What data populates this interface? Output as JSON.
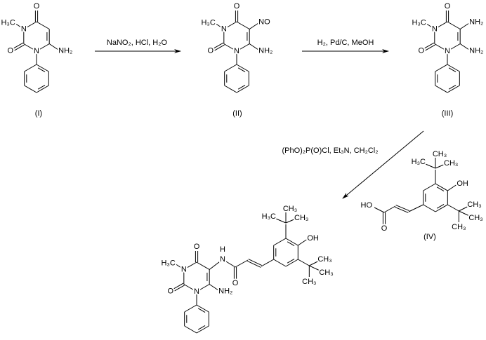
{
  "atoms": {
    "O": "O",
    "N": "N",
    "NH2": "NH₂",
    "H3C": "H₃C",
    "CH3": "CH₃",
    "NO": "NO",
    "OH": "OH",
    "HO": "HO",
    "H": "H"
  },
  "compound_labels": {
    "I": "(I)",
    "II": "(II)",
    "III": "(III)",
    "IV": "(IV)"
  },
  "reagents": {
    "step1": "NaNO₂, HCl, H₂O",
    "step2": "H₂, Pd/C, MeOH",
    "step3": "(PhO)₂P(O)Cl, Et₃N, CH₂Cl₂"
  }
}
